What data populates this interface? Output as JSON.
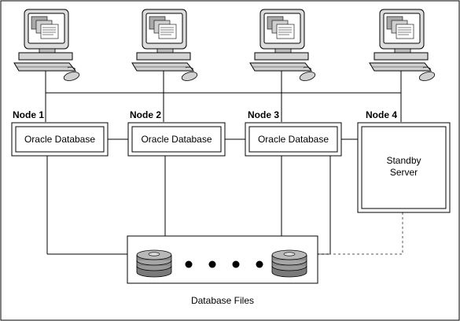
{
  "nodes": [
    {
      "label": "Node 1",
      "database": "Oracle Database"
    },
    {
      "label": "Node 2",
      "database": "Oracle Database"
    },
    {
      "label": "Node 3",
      "database": "Oracle Database"
    },
    {
      "label": "Node 4",
      "server_line1": "Standby",
      "server_line2": "Server"
    }
  ],
  "storage": {
    "label": "Database Files"
  },
  "icons": {
    "workstation": "workstation-icon",
    "disk_stack": "disk-stack-icon",
    "ellipsis": "ellipsis-dots"
  },
  "colors": {
    "line": "#000000",
    "standby_link": "#555555",
    "disk_gray": "#8a8a8a"
  }
}
